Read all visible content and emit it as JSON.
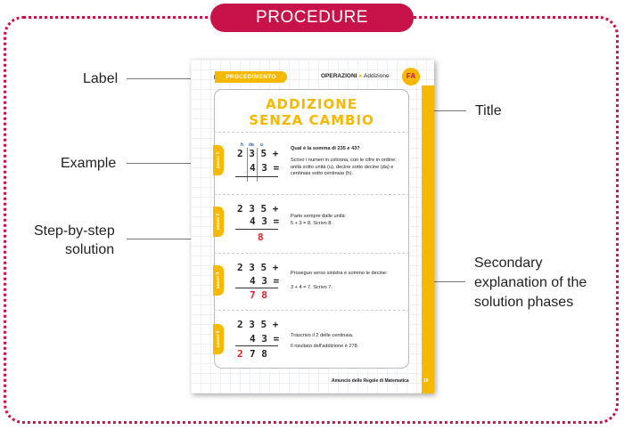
{
  "banner": {
    "label": "PROCEDURE"
  },
  "annotations": {
    "label": "Label",
    "example": "Example",
    "step1": "Step-by-step",
    "step2": "solution",
    "title": "Title",
    "secondary1": "Secondary",
    "secondary2": "explanation of the",
    "secondary3": "solution phases"
  },
  "page": {
    "label": "PROCEDIMENTO",
    "section": "OPERAZIONI",
    "subsection": "Addizione",
    "icon_letters": "FA",
    "title_line1": "ADDIZIONE",
    "title_line2": "SENZA CAMBIO",
    "column_headers": [
      "h",
      "da",
      "u"
    ],
    "steps": [
      {
        "tab": "passo 1",
        "row1": "2 3 5 +",
        "row2": "4 3 =",
        "result": "",
        "text1": "Qual è la somma di 235 e 43?",
        "text2": "Scrivo i numeri in colonna, con le cifre in ordine: unità sotto unità (u), decine sotto decine (da) e centinaia sotto centinaia (h)."
      },
      {
        "tab": "passo 2",
        "row1": "2 3 5 +",
        "row2": "4 3 =",
        "result": "8",
        "text1": "Parto sempre dalle unità:",
        "text2": "5 + 3 = 8. Scrivo 8."
      },
      {
        "tab": "passo 3",
        "row1": "2 3 5 +",
        "row2": "4 3 =",
        "result": "7 8",
        "text1": "Proseguo verso sinistra e sommo le decine:",
        "text2": "3 + 4 = 7. Scrivo 7."
      },
      {
        "tab": "passo 4",
        "row1": "2 3 5 +",
        "row2": "4 3 =",
        "result_black": "2",
        "result": "7 8",
        "text1": "Trascrivo il 2 delle centinaia.",
        "text2": "Il risultato dell'addizione è 278."
      }
    ],
    "footer": "Amuncio delle Regole di Matematica",
    "page_number": "19"
  },
  "colors": {
    "accent": "#c8134a",
    "yellow": "#f6b800",
    "red_digit": "#e0202a"
  }
}
